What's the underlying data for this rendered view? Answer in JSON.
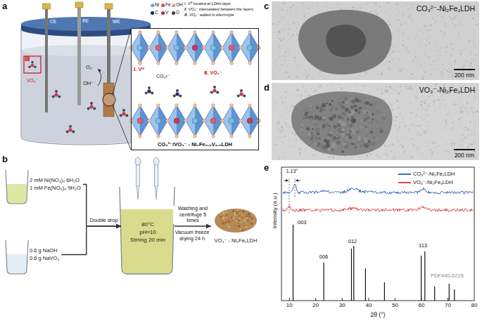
{
  "diagram": {
    "nodes": [
      {
        "text": [
          "Ⅲ",
          "VO₃⁻"
        ]
      },
      {
        "text": [
          "CO₃²⁻/VO₃⁻ - Ni₂Fe₀.₅V₀.₅LDH"
        ]
      },
      {
        "text": [
          "2 mM Ni(NO₃)₂·6H₂O",
          "1 mM Fe(NO₃)₃·9H₂O"
        ]
      },
      {
        "text": [
          "0.6 g NaOH",
          "0.6 g NaVO₃"
        ]
      },
      {
        "text": [
          "80°C",
          "pH≈10",
          "Strring 20 min"
        ]
      },
      {
        "text": [
          "VO₃⁻ - Ni₂Fe₁LDH"
        ]
      },
      {
        "text": [
          "CO₃²⁻-Ni₂Fe₁LDH",
          "200 nm"
        ]
      },
      {
        "text": [
          "VO₃⁻-Ni₂Fe₁LDH",
          "200 nm"
        ]
      }
    ],
    "edges": [
      {
        "from": 2,
        "to": 4,
        "arrow": "to",
        "label": "Double drop"
      },
      {
        "from": 3,
        "to": 4,
        "arrow": "to"
      },
      {
        "from": 4,
        "to": 5,
        "arrow": "to",
        "label": "Washing and centrifuge 5 times"
      }
    ],
    "labels": [
      "a",
      "Ⅰ. Vᴵᴵᴵ located at LDHs layer",
      "Ⅱ. VO₃⁻ intercalated between the layers",
      "Ⅲ. VO₃⁻ added to electrolyte",
      "CE",
      "RE",
      "WE",
      "O₂",
      "OH⁻",
      "Ⅰ. Vᴵᴵᴵ",
      "CO₃²⁻",
      "Ⅱ. VO₃⁻",
      "b",
      "Vacuum freeze drying 24 h",
      "c",
      "d",
      "e",
      "1.13°",
      "003",
      "006",
      "012",
      "113",
      "PDF#40-0215",
      "Intensity (a.u.)",
      "2θ (°)",
      "10",
      "20",
      "30",
      "40",
      "50",
      "60",
      "70",
      "80"
    ],
    "legend": [
      {
        "text": "Ni",
        "color": "#6fc3ec"
      },
      {
        "text": "Fe",
        "color": "#e65a6e"
      },
      {
        "text": "OH",
        "color": "#f3c29e"
      },
      {
        "text": "C",
        "color": "#1f2b6b"
      },
      {
        "text": "V",
        "color": "#c8365e"
      },
      {
        "text": "O",
        "color": "#4a4a4a"
      },
      {
        "text": "CO₃²⁻-Ni₂Fe₁LDH"
      },
      {
        "text": "VO₃⁻-Ni₂Fe₁LDH"
      }
    ]
  }
}
